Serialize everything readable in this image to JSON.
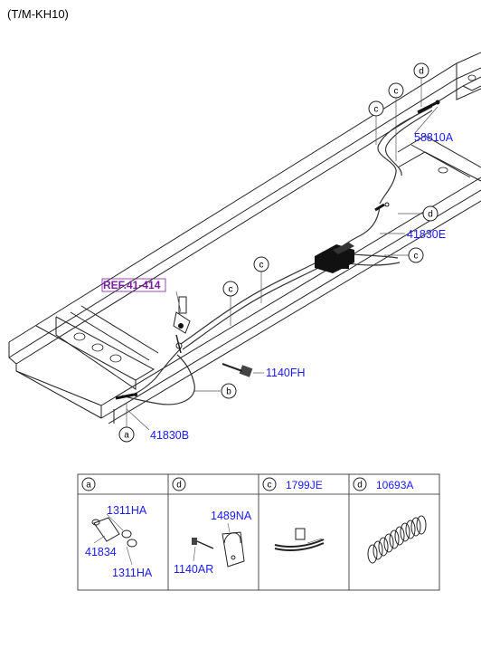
{
  "title": "(T/M-KH10)",
  "ref": "REF.41-414",
  "callout_letters": {
    "a": "a",
    "b": "b",
    "c": "c",
    "d": "d"
  },
  "part_numbers": {
    "p58810A": "58810A",
    "p41830E": "41830E",
    "p1140FH": "1140FH",
    "p41830B": "41830B",
    "p1311HA_top": "1311HA",
    "p41834": "41834",
    "p1311HA_bot": "1311HA",
    "p1489NA": "1489NA",
    "p1140AR": "1140AR"
  },
  "table": {
    "col1_letter": "a",
    "col2_letter": "d",
    "col3_letter": "c",
    "col3_part": "1799JE",
    "col4_letter": "d",
    "col4_part": "10693A"
  }
}
